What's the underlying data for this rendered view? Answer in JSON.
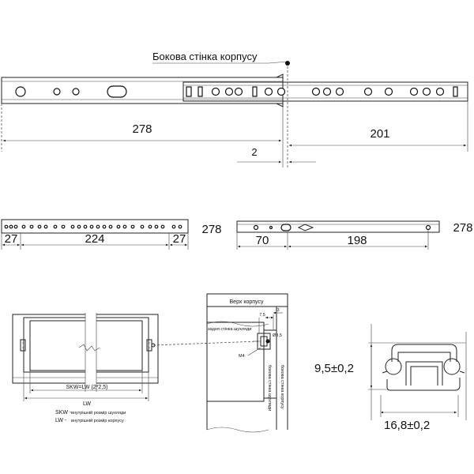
{
  "top": {
    "callout": "Бокова стінка корпусу",
    "dim_left": "278",
    "dim_right": "201",
    "dim_offset": "2"
  },
  "middle_left": {
    "dim_end_left": "27",
    "dim_center": "224",
    "dim_end_right": "27",
    "dim_length": "278"
  },
  "middle_right": {
    "dim_left": "70",
    "dim_right": "198",
    "dim_length": "278"
  },
  "bottom_left": {
    "dim_inner": "SKW=LW (2*2,5)",
    "dim_outer": "LW",
    "legend": [
      {
        "abbr": "SKW -",
        "text": "внутрішній розмір шухляди"
      },
      {
        "abbr": "LW -",
        "text": "внутрішній розмір корпусу"
      }
    ]
  },
  "bottom_center": {
    "top_label": "Верх корпусу",
    "back_label": "задня стінка шухляди",
    "dim_a": "7,5",
    "dim_b": "3",
    "hole_dia": "Ø3,5",
    "screw": "M4",
    "side_drawer": "бокова стінка шухляди",
    "side_cabinet": "бокова стінка корпусу"
  },
  "bottom_right": {
    "height": "9,5±0,2",
    "width": "16,8±0,2"
  }
}
